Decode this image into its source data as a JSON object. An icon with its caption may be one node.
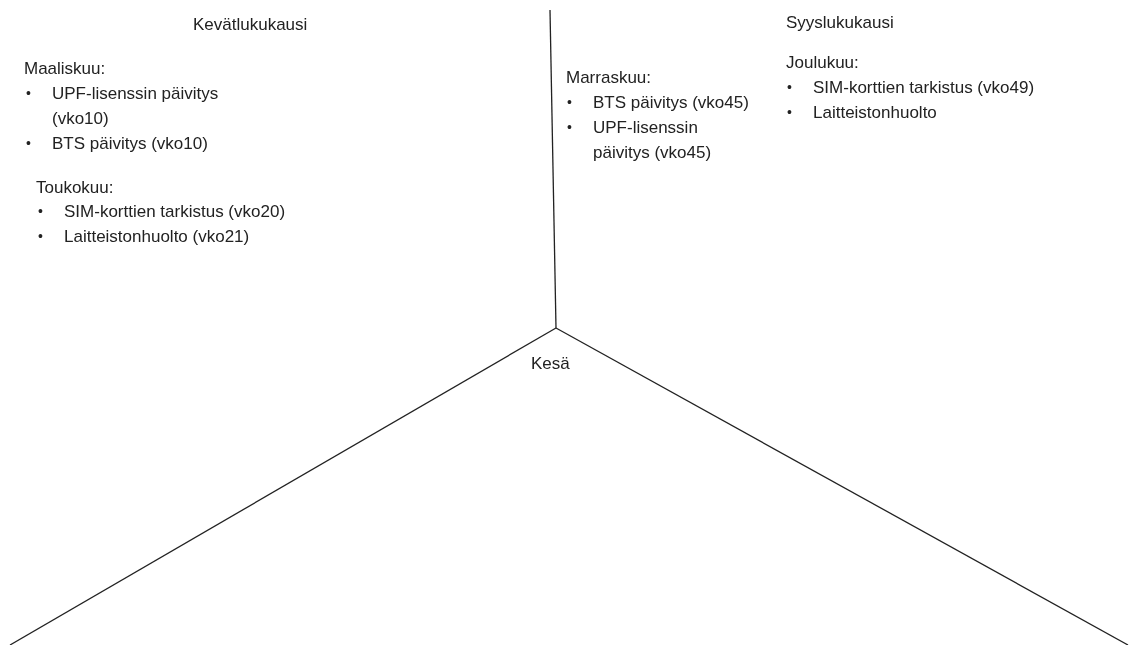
{
  "diagram": {
    "labels": [
      "Kevätlukukausi",
      "Maaliskuu:",
      "•",
      "UPF-lisenssin päivitys (vko10)",
      "•",
      "BTS päivitys (vko10)",
      "Toukokuu:",
      "•",
      "SIM-korttien tarkistus (vko20)",
      "•",
      "Laitteistonhuolto (vko21)",
      "Marraskuu:",
      "•",
      "BTS päivitys (vko45)",
      "•",
      "UPF-lisenssin päivitys (vko45)",
      "Syyslukukausi",
      "Joulukuu:",
      "•",
      "SIM-korttien tarkistus (vko49)",
      "•",
      "Laitteistonhuolto",
      "Kesä"
    ]
  }
}
